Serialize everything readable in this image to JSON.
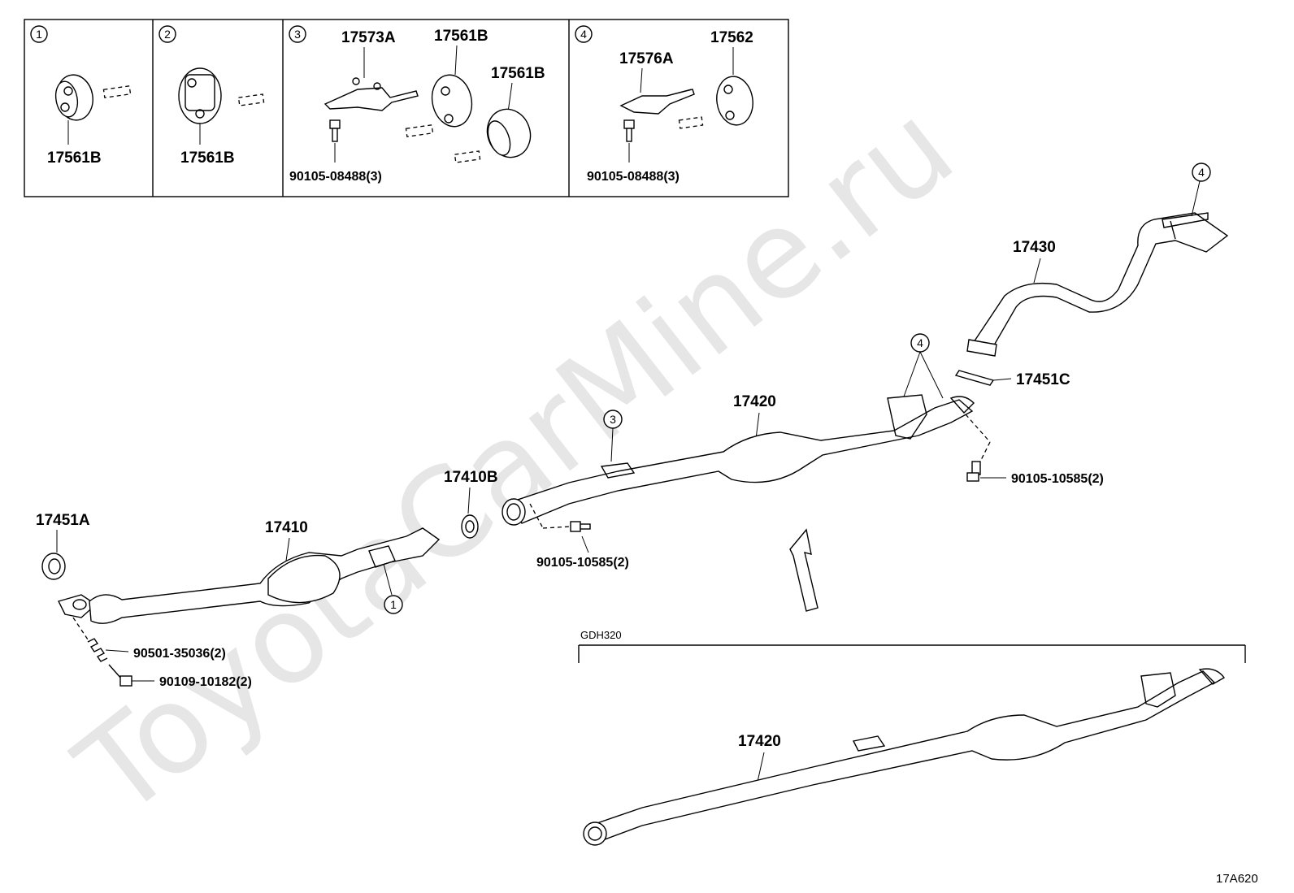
{
  "watermark": "ToyotaCarMine.ru",
  "diagram_code": "17A620",
  "detail_panels": [
    {
      "number": "1",
      "labels": [
        "17561B"
      ]
    },
    {
      "number": "2",
      "labels": [
        "17561B"
      ]
    },
    {
      "number": "3",
      "labels": [
        "17573A",
        "17561B",
        "17561B",
        "90105-08488(3)"
      ]
    },
    {
      "number": "4",
      "labels": [
        "17576A",
        "17562",
        "90105-08488(3)"
      ]
    }
  ],
  "callouts": {
    "c1": "1",
    "c3": "3",
    "c4a": "4",
    "c4b": "4"
  },
  "parts": {
    "p17451A": "17451A",
    "p17410": "17410",
    "p17410B": "17410B",
    "p17420": "17420",
    "p17430": "17430",
    "p17451C": "17451C",
    "p90501": "90501-35036(2)",
    "p90109": "90109-10182(2)",
    "p90105a": "90105-10585(2)",
    "p90105b": "90105-10585(2)"
  },
  "variant": {
    "label": "GDH320",
    "part": "17420"
  }
}
